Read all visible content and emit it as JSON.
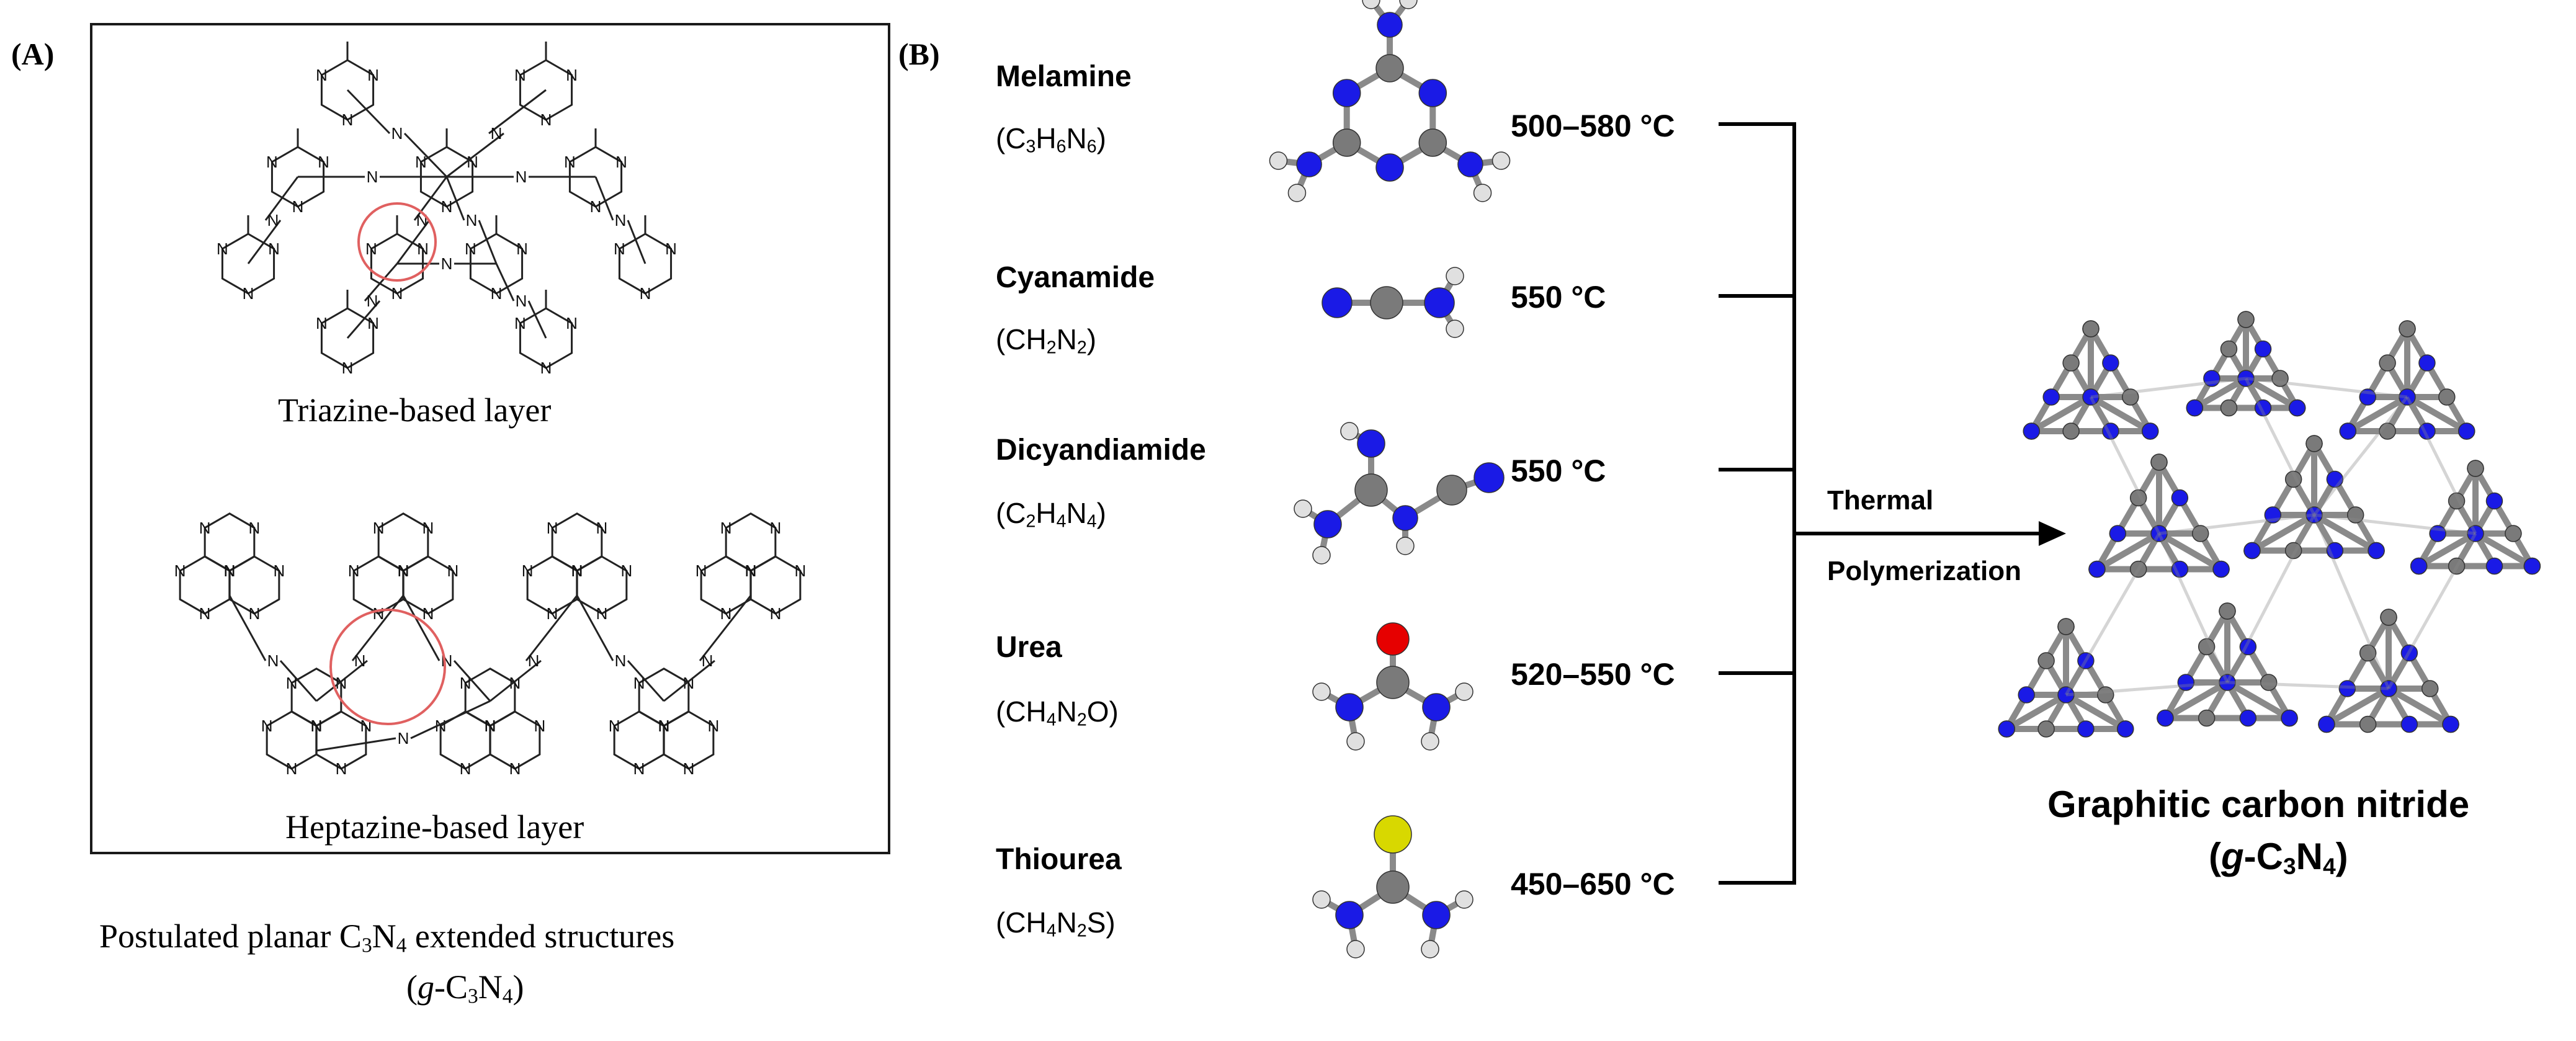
{
  "panel_a": {
    "label": "(A)",
    "triazine_label": "Triazine-based layer",
    "heptazine_label": "Heptazine-based layer",
    "atom_label": "N",
    "caption_pre": "Postulated planar C",
    "caption_sub1": "3",
    "caption_mid": "N",
    "caption_sub2": "4",
    "caption_post": " extended structures",
    "caption2_pre": "(",
    "caption2_g": "g",
    "caption2_mid": "-C",
    "caption2_sub1": "3",
    "caption2_n": "N",
    "caption2_sub2": "4",
    "caption2_post": ")"
  },
  "panel_b": {
    "label": "(B)",
    "precursors": [
      {
        "name": "Melamine",
        "f": [
          "(C",
          "3",
          "H",
          "6",
          "N",
          "6",
          ")"
        ],
        "temp": "500–580 °C"
      },
      {
        "name": "Cyanamide",
        "f": [
          "(CH",
          "2",
          "N",
          "2",
          ")"
        ],
        "temp": "550 °C"
      },
      {
        "name": "Dicyandiamide",
        "f": [
          "(C",
          "2",
          "H",
          "4",
          "N",
          "4",
          ")"
        ],
        "temp": "550 °C"
      },
      {
        "name": "Urea",
        "f": [
          "(CH",
          "4",
          "N",
          "2",
          "O)"
        ],
        "temp": "520–550 °C"
      },
      {
        "name": "Thiourea",
        "f": [
          "(CH",
          "4",
          "N",
          "2",
          "S)"
        ],
        "temp": "450–650 °C"
      }
    ],
    "arrow_label_1": "Thermal",
    "arrow_label_2": "Polymerization",
    "product_name": "Graphitic carbon nitride",
    "product_formula_pre": "(",
    "product_formula_g": "g",
    "product_formula_mid": "-C",
    "product_formula_sub1": "3",
    "product_formula_n": "N",
    "product_formula_sub2": "4",
    "product_formula_post": ")"
  },
  "colors": {
    "nitrogen": "#1a1ae6",
    "carbon": "#7a7a7a",
    "hydrogen": "#e0e0e0",
    "oxygen": "#e60000",
    "sulfur": "#d8d800",
    "highlight_ring": "#e06060"
  }
}
